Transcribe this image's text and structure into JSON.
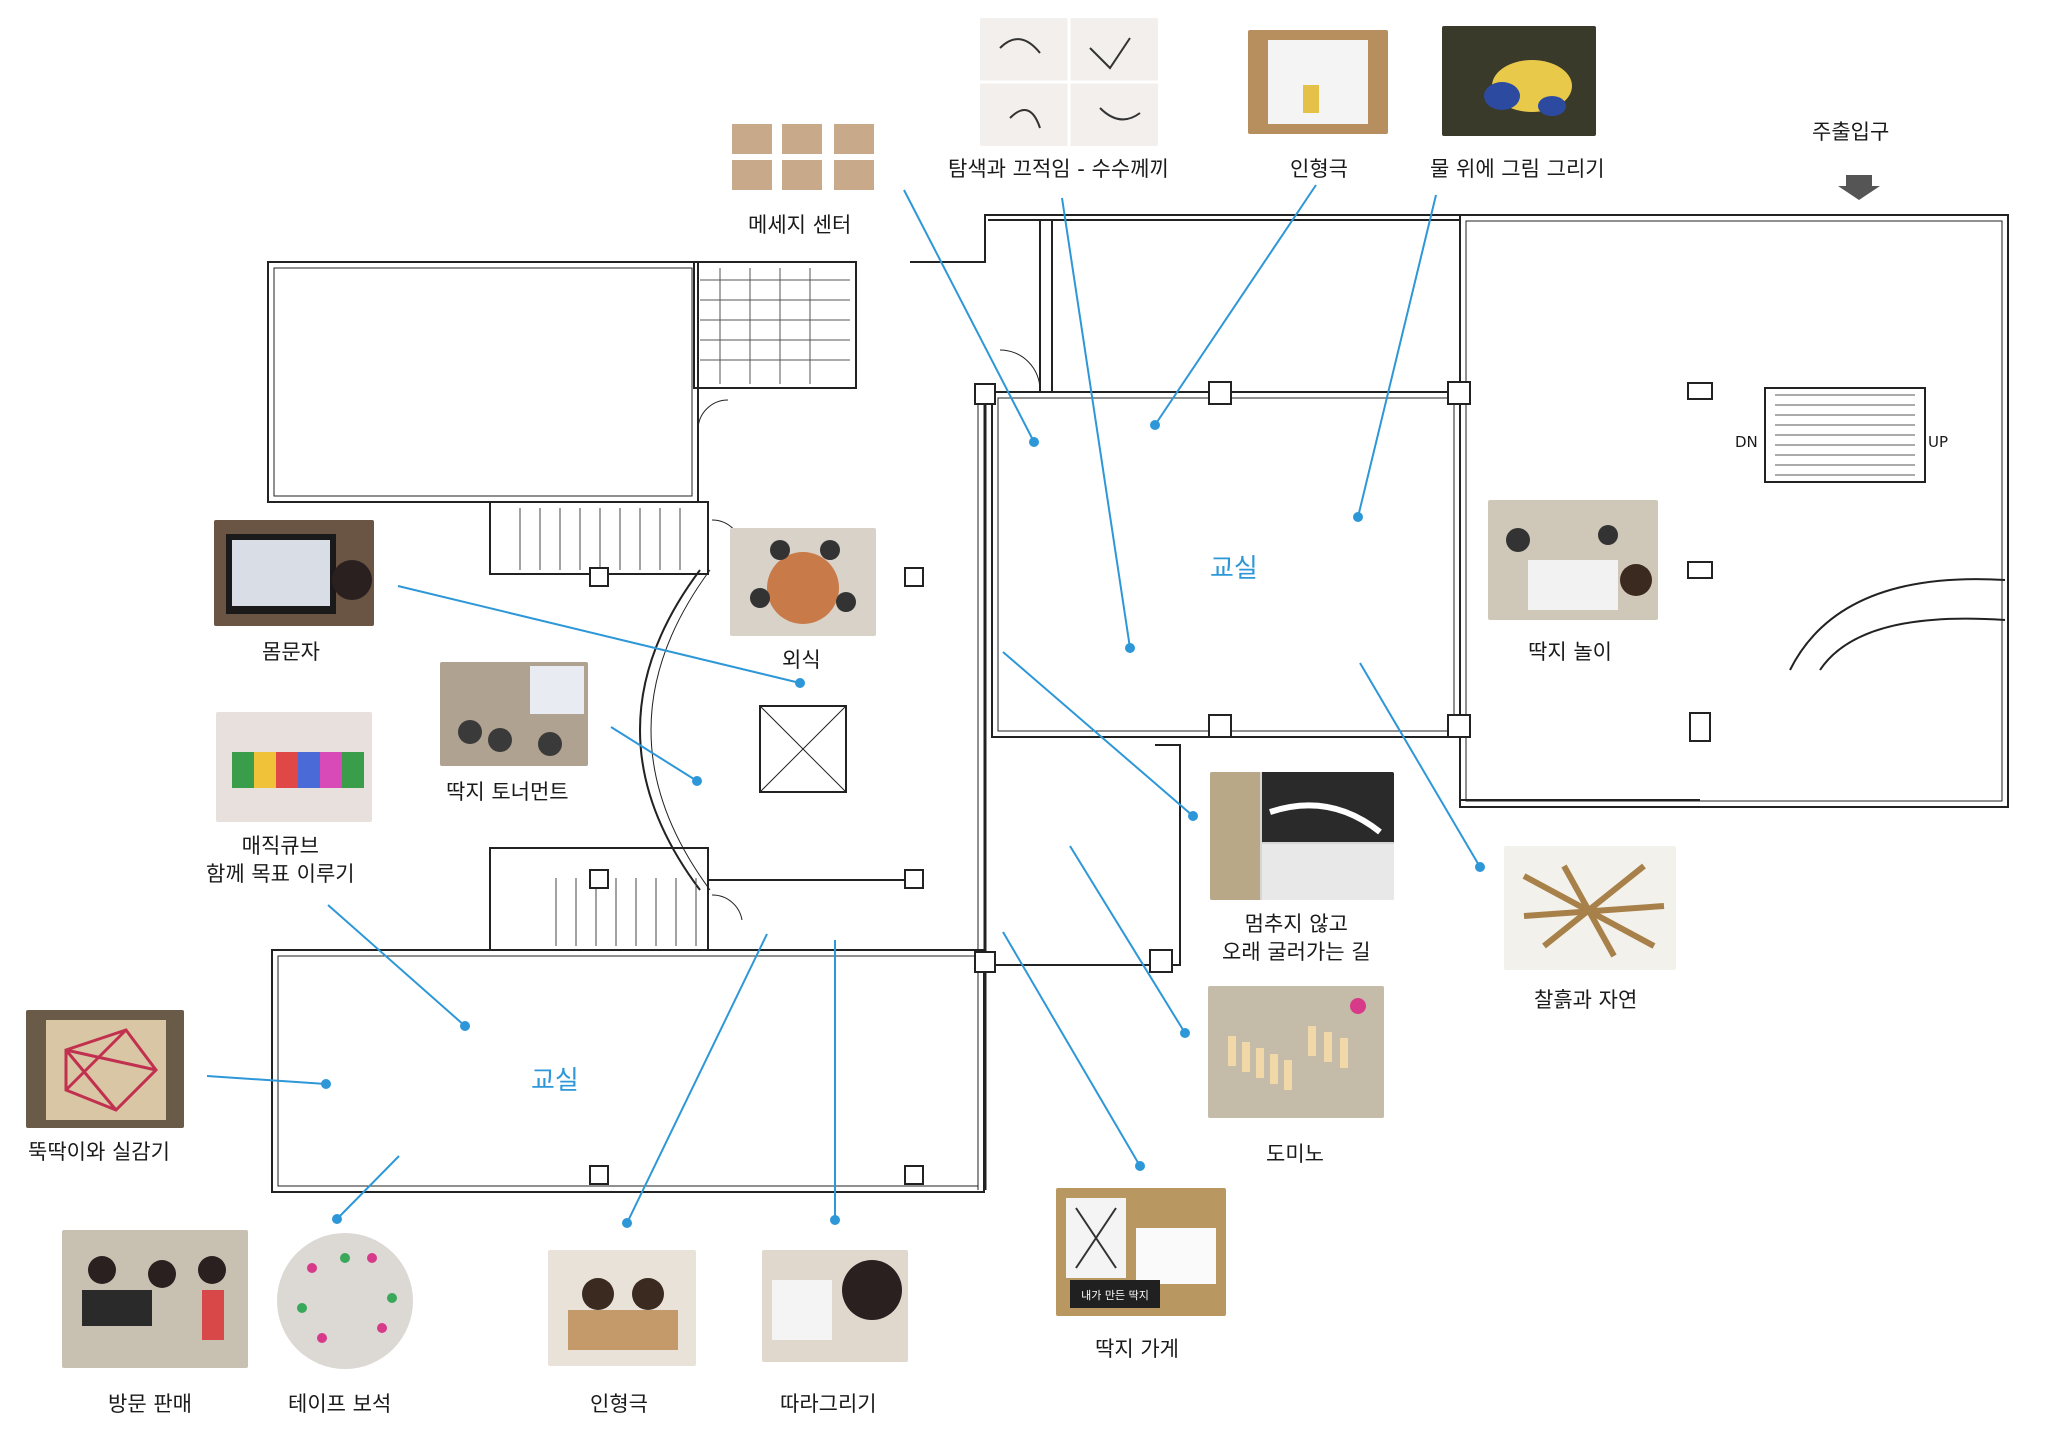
{
  "floor_plan": {
    "room_label": "교실",
    "entrance_label": "주출입구",
    "stair_down": "DN",
    "stair_up": "UP"
  },
  "activities": [
    {
      "id": "message-center",
      "label": "메세지 센터"
    },
    {
      "id": "explore-persistence",
      "label": "탐색과 끄적임 - 수수께끼"
    },
    {
      "id": "puppet-show-top",
      "label": "인형극"
    },
    {
      "id": "painting-on-water",
      "label": "물 위에 그림 그리기"
    },
    {
      "id": "body-letters",
      "label": "몸문자"
    },
    {
      "id": "eating-out",
      "label": "외식"
    },
    {
      "id": "ddakji-tournament",
      "label": "딱지 토너먼트"
    },
    {
      "id": "magic-cube",
      "label": "매직큐브\n함께 목표 이루기"
    },
    {
      "id": "ddakji-play",
      "label": "딱지 놀이"
    },
    {
      "id": "long-rolling-path",
      "label": "멈추지 않고\n오래 굴러가는 길"
    },
    {
      "id": "clay-and-nature",
      "label": "찰흙과 자연"
    },
    {
      "id": "toothpick-thread",
      "label": "뚝딱이와 실감기"
    },
    {
      "id": "domino",
      "label": "도미노"
    },
    {
      "id": "ddakji-store",
      "label": "딱지 가게"
    },
    {
      "id": "door-to-door-sale",
      "label": "방문 판매"
    },
    {
      "id": "tape-jewel",
      "label": "테이프 보석"
    },
    {
      "id": "puppet-show-bottom",
      "label": "인형극"
    },
    {
      "id": "copy-drawing",
      "label": "따라그리기"
    }
  ],
  "store_photo_text": {
    "banner": "내가 만든 딱지"
  },
  "colors": {
    "leader_line": "#2d97d8",
    "wall": "#222222",
    "room_label": "#2d97d8"
  }
}
